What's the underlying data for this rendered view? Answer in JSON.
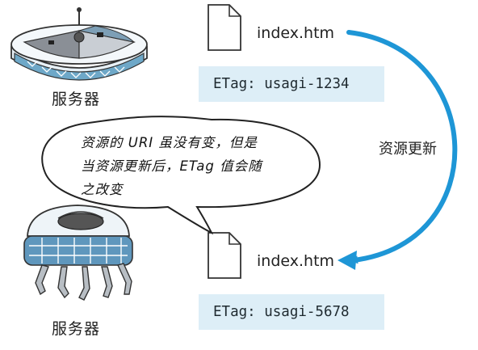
{
  "top_server": {
    "label": "服务器"
  },
  "bottom_server": {
    "label": "服务器"
  },
  "top_file": {
    "name": "index.htm",
    "etag": "ETag: usagi-1234"
  },
  "bottom_file": {
    "name": "index.htm",
    "etag": "ETag: usagi-5678"
  },
  "update_arrow": {
    "label": "资源更新",
    "color": "#1e96d6"
  },
  "speech_bubble": {
    "lines": [
      "资源的 URI 虽没有变，但是",
      "当资源更新后，ETag 值会随",
      "之改变"
    ]
  },
  "colors": {
    "etag_background": "#ddeef7",
    "accent": "#1e96d6"
  }
}
